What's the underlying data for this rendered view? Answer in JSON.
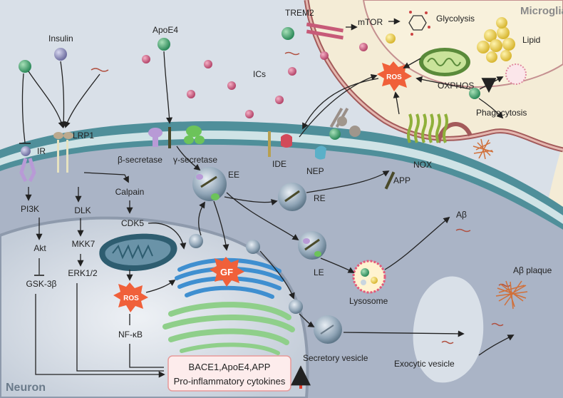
{
  "regions": {
    "microglia": "Microglia",
    "neuron": "Neuron"
  },
  "ligands": {
    "insulin": "Insulin",
    "apoe4": "ApoE4",
    "trem2": "TREM2",
    "ics": "ICs"
  },
  "receptors": {
    "ir": "IR",
    "lrp1": "LRP1",
    "beta_secretase": "β-secretase",
    "gamma_secretase": "γ-secretase",
    "ide": "IDE",
    "nep": "NEP",
    "nox": "NOX",
    "app": "APP"
  },
  "pathways": {
    "pi3k": "PI3K",
    "akt": "Akt",
    "gsk3b": "GSK-3β",
    "dlk": "DLK",
    "mkk7": "MKK7",
    "erk": "ERK1/2",
    "calpain": "Calpain",
    "cdk5": "CDK5",
    "nfkb": "NF-κB"
  },
  "microglia_items": {
    "mtor": "mTOR",
    "glycolysis": "Glycolysis",
    "lipid": "Lipid",
    "oxphos": "OXPHOS",
    "phagocytosis": "Phagocytosis"
  },
  "badges": {
    "ros": "ROS",
    "gf": "GF"
  },
  "vesicles": {
    "ee": "EE",
    "re": "RE",
    "le": "LE",
    "lysosome": "Lysosome",
    "secretory": "Secretory vesicle",
    "exocytic": "Exocytic vesicle"
  },
  "amyloid": {
    "ab": "Aβ",
    "plaque": "Aβ plaque"
  },
  "output_box": {
    "line1": "BACE1,ApoE4,APP",
    "line2": "Pro-inflammatory cytokines"
  },
  "colors": {
    "cell_body": "#aab4c6",
    "outer_bg": "#d6dde6",
    "membrane": "#4f8f9a",
    "microglia_bg": "#f4ecd6",
    "ros_badge": "#f0603a",
    "up_arrow": "#e03a2a"
  }
}
